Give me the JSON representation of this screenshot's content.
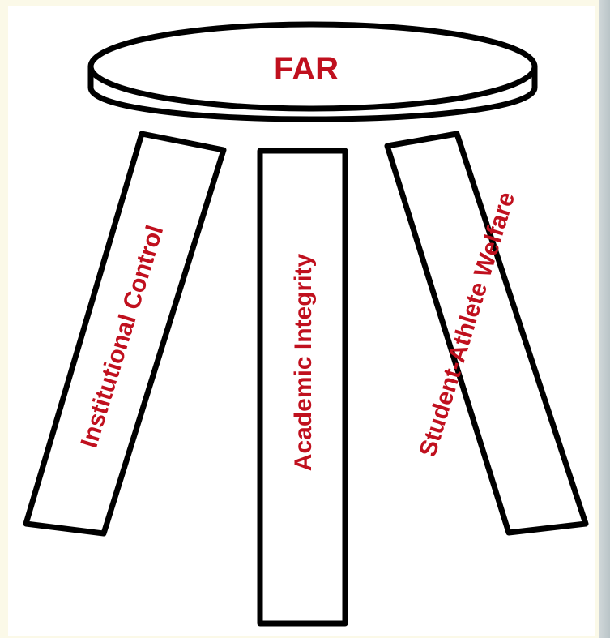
{
  "colors": {
    "label": "#c0101e",
    "outline": "#000000",
    "fill": "#ffffff",
    "background": "#fbf9e8"
  },
  "diagram": {
    "seat_label": "FAR",
    "legs": [
      {
        "id": "left",
        "label": "Institutional Control"
      },
      {
        "id": "center",
        "label": "Academic Integrity"
      },
      {
        "id": "right",
        "label": "Student-Athlete Welfare"
      }
    ]
  }
}
